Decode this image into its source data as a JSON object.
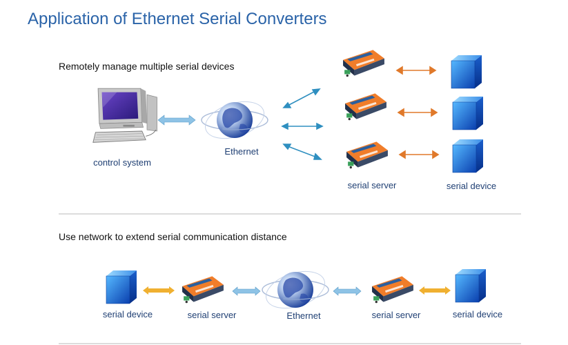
{
  "title": "Application of Ethernet Serial Converters",
  "section1": {
    "heading": "Remotely manage multiple serial devices",
    "labels": {
      "control_system": "control system",
      "ethernet": "Ethernet",
      "serial_server": "serial server",
      "serial_device": "serial device"
    }
  },
  "section2": {
    "heading": "Use network to extend serial communication distance",
    "labels": {
      "serial_device_left": "serial device",
      "serial_server_left": "serial server",
      "ethernet": "Ethernet",
      "serial_server_right": "serial server",
      "serial_device_right": "serial device"
    }
  },
  "colors": {
    "title": "#2a63a8",
    "caption": "#1f3f73",
    "arrow_blue": "#2f8fc0",
    "arrow_orange": "#e0792a",
    "arrow_gold": "#f0b030",
    "arrow_lightblue": "#8ec3e6",
    "cube": "#1a66d6",
    "device_orange": "#e07a2a"
  }
}
